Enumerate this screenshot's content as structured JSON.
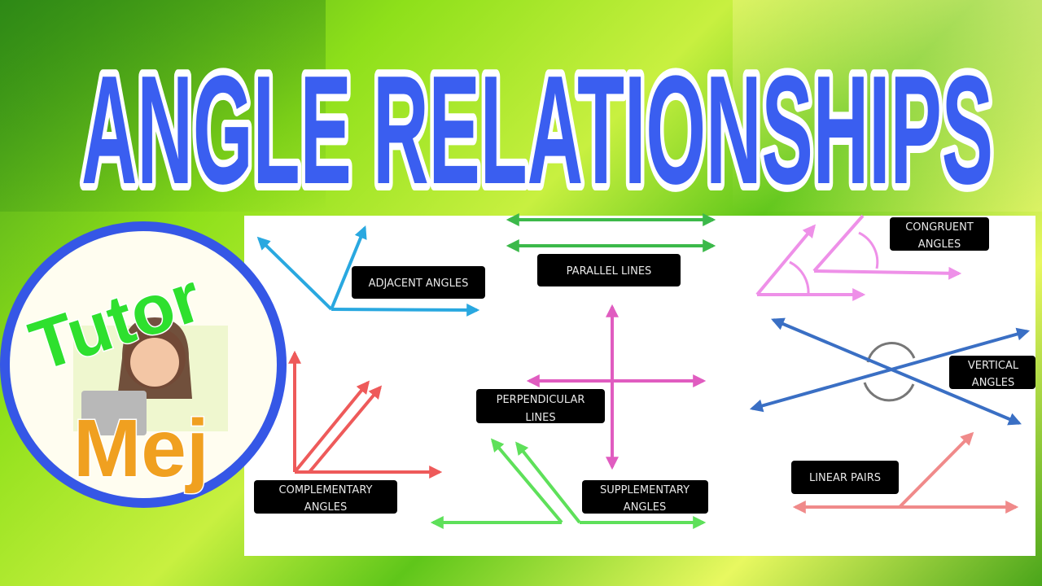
{
  "title": "ANGLE RELATIONSHIPS",
  "logo": {
    "line1": "Tutor",
    "line2": "Mej"
  },
  "labels": {
    "adjacent": "ADJACENT ANGLES",
    "parallel": "PARALLEL LINES",
    "congruent": [
      "CONGRUENT",
      "ANGLES"
    ],
    "perpendicular": [
      "PERPENDICULAR",
      "LINES"
    ],
    "vertical": [
      "VERTICAL",
      "ANGLES"
    ],
    "complementary": [
      "COMPLEMENTARY",
      "ANGLES"
    ],
    "supplementary": [
      "SUPPLEMENTARY",
      "ANGLES"
    ],
    "linear": "LINEAR PAIRS"
  },
  "colors": {
    "title": "#3a5ef0",
    "adjacent": "#29a8e0",
    "parallel": "#3cb94a",
    "perpendicular": "#e05cc0",
    "complementary": "#ee5a5a",
    "supplementary": "#5ee05a",
    "congruent": "#ee90e8",
    "vertical": "#3a6fc4",
    "linear": "#f08a8a"
  }
}
